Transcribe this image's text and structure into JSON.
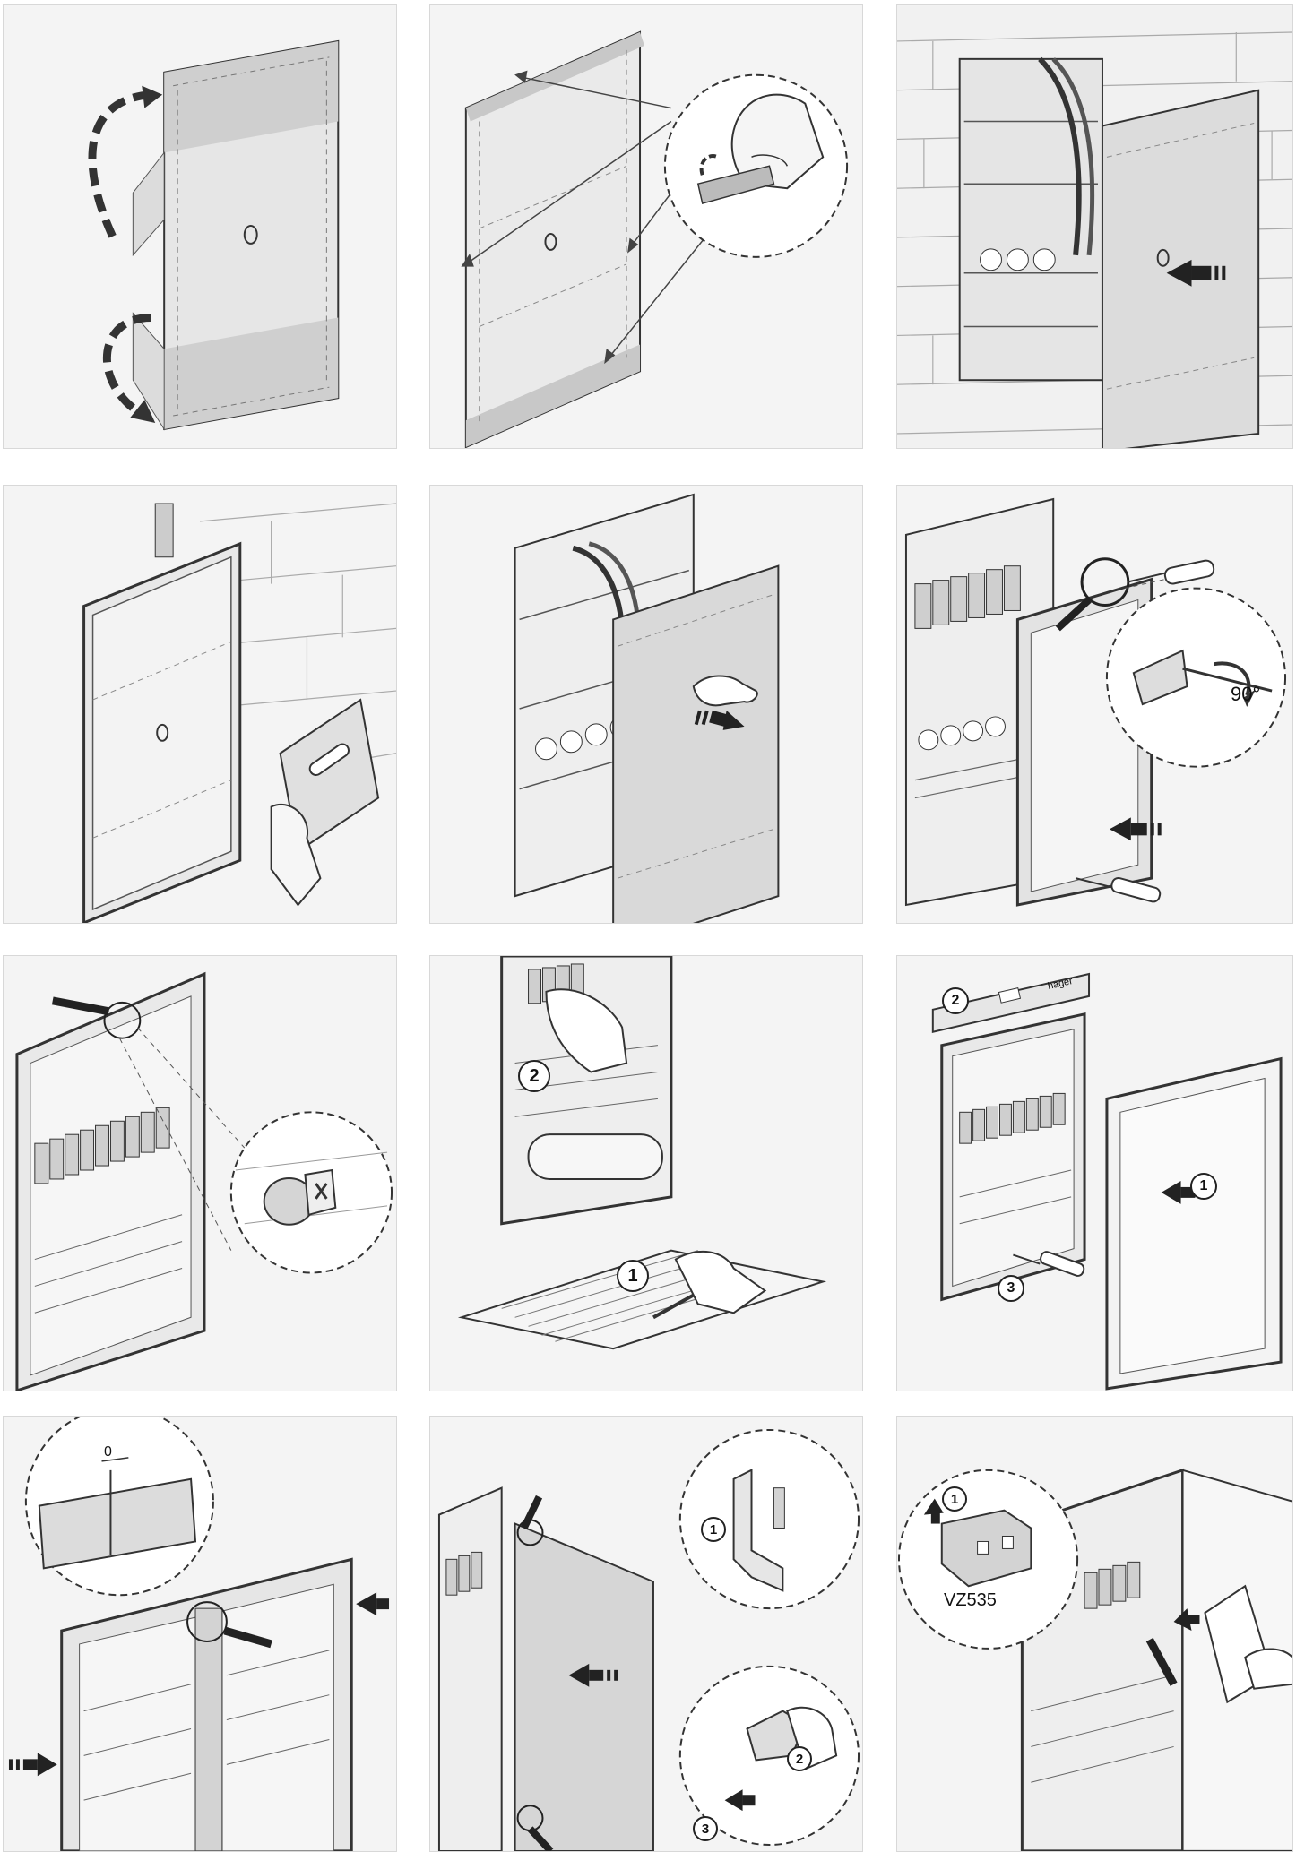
{
  "panels": [
    {
      "id": 1,
      "labels": []
    },
    {
      "id": 2,
      "labels": []
    },
    {
      "id": 3,
      "labels": []
    },
    {
      "id": 4,
      "labels": []
    },
    {
      "id": 5,
      "labels": []
    },
    {
      "id": 6,
      "angle": "90°"
    },
    {
      "id": 7,
      "labels": []
    },
    {
      "id": 8,
      "steps": [
        "2",
        "1"
      ]
    },
    {
      "id": 9,
      "steps": [
        "2",
        "1",
        "3"
      ],
      "level_brand": "hager"
    },
    {
      "id": 10,
      "gap": "0"
    },
    {
      "id": 11,
      "steps": [
        "1",
        "2",
        "3"
      ]
    },
    {
      "id": 12,
      "step": "1",
      "part": "VZ535"
    }
  ],
  "icons": [
    "curved-arrow-icon",
    "push-arrow-icon",
    "hand-icon",
    "screwdriver-icon",
    "magnifier-circle-icon",
    "spirit-level-icon",
    "trowel-icon"
  ]
}
